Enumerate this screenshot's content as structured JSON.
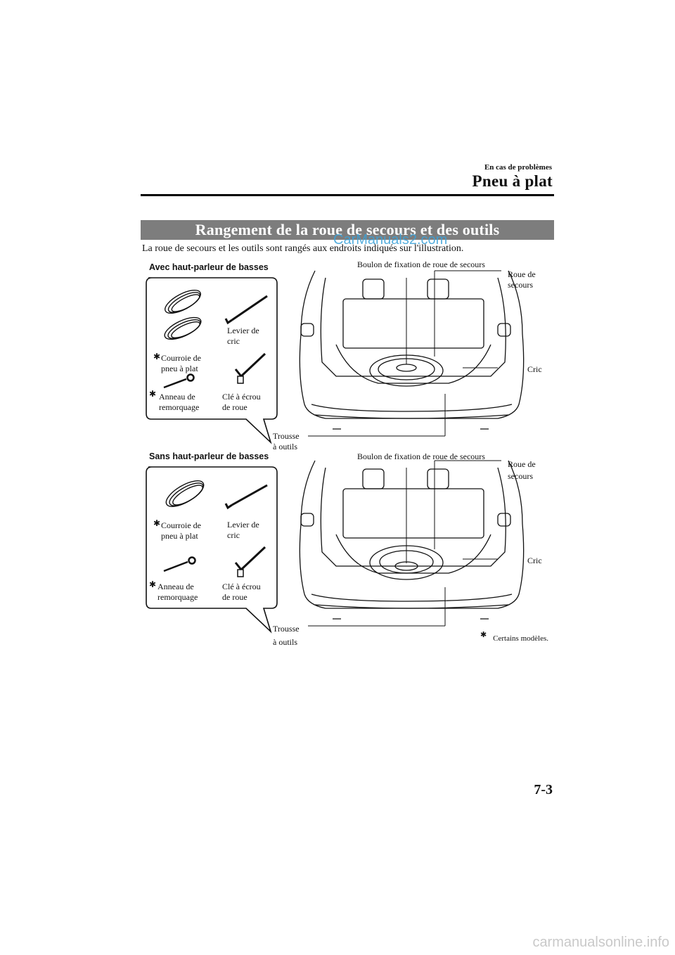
{
  "header": {
    "chapter": "En cas de problèmes",
    "section_title": "Pneu à plat"
  },
  "banner": {
    "title": "Rangement de la roue de secours et des outils"
  },
  "intro_text": "La roue de secours et les outils sont rangés aux endroits indiqués sur l'illustration.",
  "watermark": "CarManuals2.com",
  "figure_with_subwoofer": {
    "heading": "Avec haut-parleur de basses",
    "labels": {
      "strap": "Courroie de\npneu à plat",
      "jack_lever": "Levier de\ncric",
      "tow_eye": "Anneau de\nremorquage",
      "lug_wrench": "Clé à écrou\nde roue",
      "toolkit": "Trousse\nà outils",
      "bolt": "Boulon de fixation de roue de secours",
      "spare": "Roue de\nsecours",
      "jack": "Cric"
    }
  },
  "figure_without_subwoofer": {
    "heading": "Sans haut-parleur de basses",
    "labels": {
      "strap": "Courroie de\npneu à plat",
      "jack_lever": "Levier de\ncric",
      "tow_eye": "Anneau de\nremorquage",
      "lug_wrench": "Clé à écrou\nde roue",
      "toolkit": "Trousse\nà outils",
      "bolt": "Boulon de fixation de roue de secours",
      "spare": "Roue de\nsecours",
      "jack": "Cric"
    }
  },
  "footnote": "Certains modèles.",
  "page_number": "7-3",
  "footer_site": "carmanualsonline.info"
}
